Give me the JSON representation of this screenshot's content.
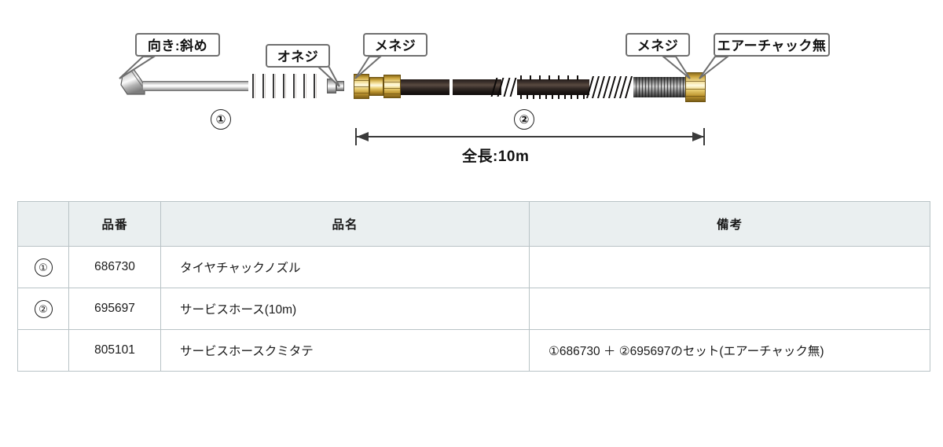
{
  "diagram": {
    "callouts": [
      {
        "id": "direction",
        "text": "向き:斜め"
      },
      {
        "id": "male-thread",
        "text": "オネジ"
      },
      {
        "id": "female-thread-left",
        "text": "メネジ"
      },
      {
        "id": "female-thread-right",
        "text": "メネジ"
      },
      {
        "id": "no-air-chuck",
        "text": "エアーチャック無"
      }
    ],
    "part_markers": [
      {
        "id": "marker-1",
        "text": "①"
      },
      {
        "id": "marker-2",
        "text": "②"
      }
    ],
    "dimension": {
      "label": "全長:10m"
    }
  },
  "table": {
    "headers": {
      "index": "",
      "part_number": "品番",
      "part_name": "品名",
      "remarks": "備考"
    },
    "rows": [
      {
        "index": "①",
        "part_number": "686730",
        "part_name": "タイヤチャックノズル",
        "remarks": ""
      },
      {
        "index": "②",
        "part_number": "695697",
        "part_name": "サービスホース(10m)",
        "remarks": ""
      },
      {
        "index": "",
        "part_number": "805101",
        "part_name": "サービスホースクミタテ",
        "remarks": "①686730 ＋ ②695697のセット(エアーチャック無)"
      }
    ]
  },
  "colors": {
    "header_bg": "#eaeff0",
    "border": "#b9c3c6",
    "callout_border": "#6f6f6f",
    "brass": "#e9ce72",
    "hose_dark": "#2b231f",
    "chrome": "#d8d8d8"
  }
}
